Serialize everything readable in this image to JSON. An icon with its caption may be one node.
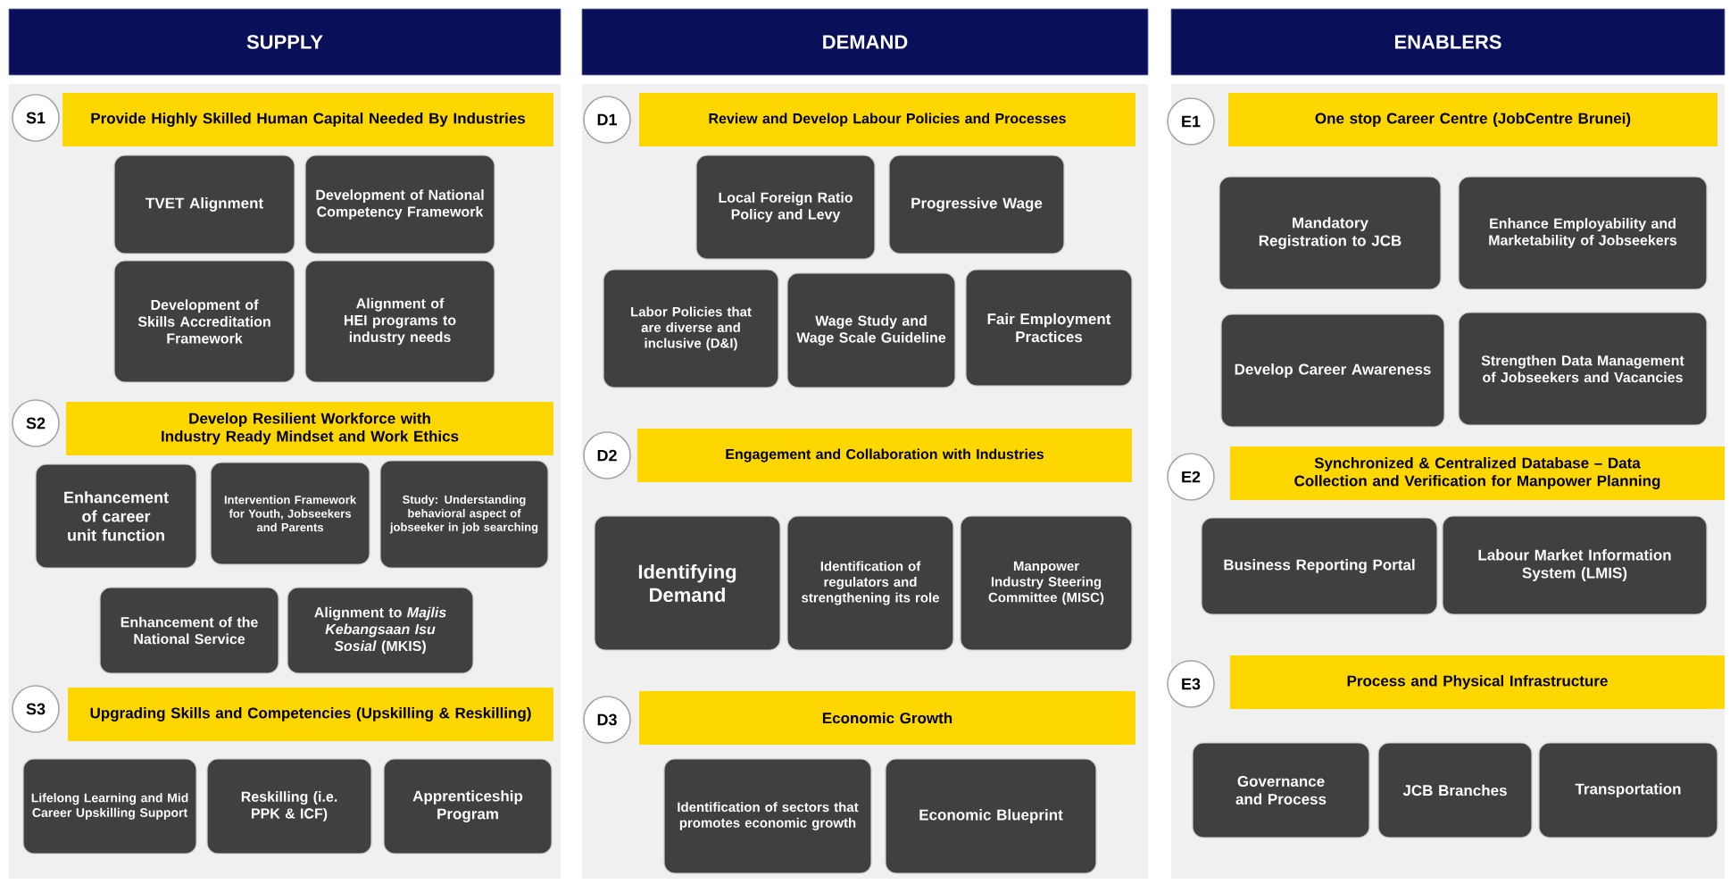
{
  "diagram": {
    "nodes": [
      {
        "text": [
          "SUPPLY"
        ]
      },
      {
        "text": [
          "S1"
        ]
      },
      {
        "text": [
          "Provide Highly Skilled Human Capital Needed By Industries"
        ]
      },
      {
        "text": [
          "TVET Alignment"
        ]
      },
      {
        "text": [
          "Development of National Competency Framework"
        ]
      },
      {
        "text": [
          "Development of Skills Accreditation Framework"
        ]
      },
      {
        "text": [
          "Alignment of HEI programs to industry needs"
        ]
      },
      {
        "text": [
          "S2"
        ]
      },
      {
        "text": [
          "Develop Resilient Workforce with Industry Ready Mindset and Work Ethics"
        ]
      },
      {
        "text": [
          "Enhancement of career unit function"
        ]
      },
      {
        "text": [
          "Intervention Framework for Youth, Jobseekers and Parents"
        ]
      },
      {
        "text": [
          "Study: Understanding behavioral aspect of jobseeker in job searching"
        ]
      },
      {
        "text": [
          "Enhancement of the National Service"
        ]
      },
      {
        "text": [
          "Alignment to *Majlis Kebangsaan Isu Sosial* (MKIS)"
        ]
      },
      {
        "text": [
          "S3"
        ]
      },
      {
        "text": [
          "Upgrading Skills and Competencies (Upskilling & Reskilling)"
        ]
      },
      {
        "text": [
          "Lifelong Learning and Mid Career Upskilling Support"
        ]
      },
      {
        "text": [
          "Reskilling (i.e. PPK & ICF)"
        ]
      },
      {
        "text": [
          "Apprenticeship Program"
        ]
      },
      {
        "text": [
          "DEMAND"
        ]
      },
      {
        "text": [
          "D1"
        ]
      },
      {
        "text": [
          "Review and Develop Labour Policies and Processes"
        ]
      },
      {
        "text": [
          "Local Foreign Ratio Policy and Levy"
        ]
      },
      {
        "text": [
          "Progressive Wage"
        ]
      },
      {
        "text": [
          "Labor Policies that are diverse and inclusive (D&I)"
        ]
      },
      {
        "text": [
          "Wage Study and Wage Scale Guideline"
        ]
      },
      {
        "text": [
          "Fair Employment Practices"
        ]
      },
      {
        "text": [
          "D2"
        ]
      },
      {
        "text": [
          "Engagement and Collaboration with Industries"
        ]
      },
      {
        "text": [
          "Identifying Demand"
        ]
      },
      {
        "text": [
          "Identification of regulators and strengthening its role"
        ]
      },
      {
        "text": [
          "Manpower Industry Steering Committee (MISC)"
        ]
      },
      {
        "text": [
          "D3"
        ]
      },
      {
        "text": [
          "Economic Growth"
        ]
      },
      {
        "text": [
          "Identification of sectors that promotes economic growth"
        ]
      },
      {
        "text": [
          "Economic Blueprint"
        ]
      },
      {
        "text": [
          "ENABLERS"
        ]
      },
      {
        "text": [
          "E1"
        ]
      },
      {
        "text": [
          "One stop Career Centre (JobCentre Brunei)"
        ]
      },
      {
        "text": [
          "Mandatory Registration to JCB"
        ]
      },
      {
        "text": [
          "Enhance Employability and Marketability of Jobseekers"
        ]
      },
      {
        "text": [
          "Develop Career Awareness"
        ]
      },
      {
        "text": [
          "Strengthen Data Management of Jobseekers and Vacancies"
        ]
      },
      {
        "text": [
          "E2"
        ]
      },
      {
        "text": [
          "Synchronized & Centralized Database – Data Collection and Verification for Manpower Planning"
        ]
      },
      {
        "text": [
          "Business Reporting Portal"
        ]
      },
      {
        "text": [
          "Labour Market Information System (LMIS)"
        ]
      },
      {
        "text": [
          "E3"
        ]
      },
      {
        "text": [
          "Process and Physical Infrastructure"
        ]
      },
      {
        "text": [
          "Governance and Process"
        ]
      },
      {
        "text": [
          "JCB Branches"
        ]
      },
      {
        "text": [
          "Transportation"
        ]
      }
    ]
  }
}
